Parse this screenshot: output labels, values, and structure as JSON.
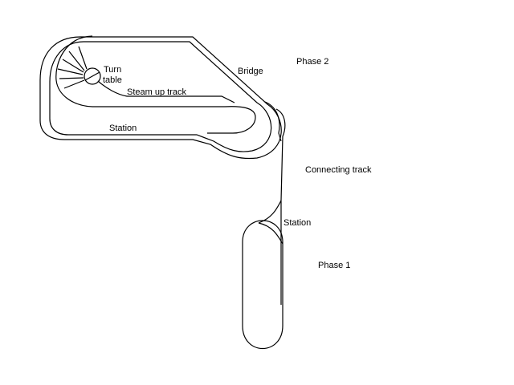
{
  "labels": {
    "turn": "Turn",
    "table": "table",
    "bridge": "Bridge",
    "phase2": "Phase 2",
    "steam_up_track": "Steam up track",
    "station_upper": "Station",
    "connecting_track": "Connecting track",
    "station_lower": "Station",
    "phase1": "Phase 1"
  },
  "colors": {
    "line": "#000000",
    "background": "#ffffff"
  }
}
